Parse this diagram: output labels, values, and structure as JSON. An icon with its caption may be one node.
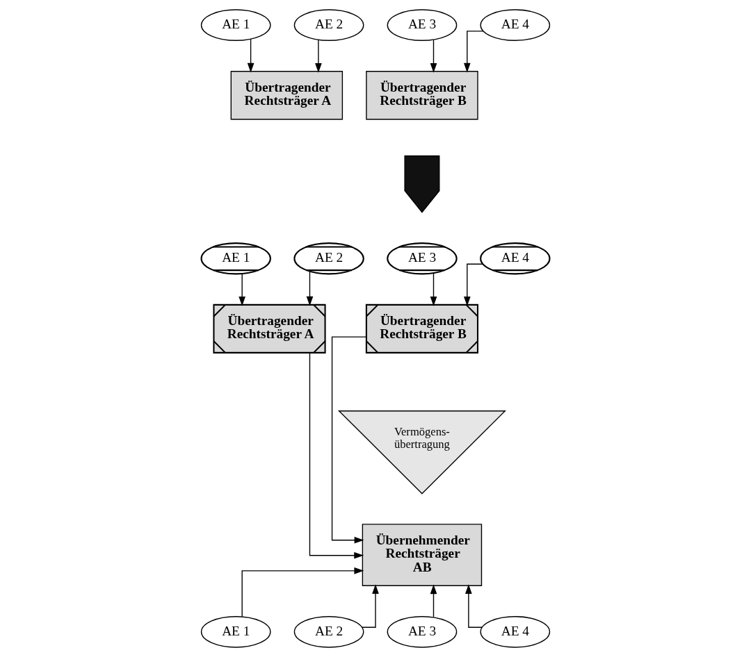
{
  "diagram": {
    "nodes": [
      {
        "text": [
          "AE 1"
        ]
      },
      {
        "text": [
          "AE 2"
        ]
      },
      {
        "text": [
          "Übertragender Rechtsträger A"
        ]
      },
      {
        "text": [
          "AE 3"
        ]
      },
      {
        "text": [
          "AE 4"
        ]
      },
      {
        "text": [
          "Übertragender Rechtsträger B"
        ]
      },
      {
        "text": [],
        "shape": "arrow"
      },
      {
        "text": [
          "AE 1"
        ]
      },
      {
        "text": [
          "AE 2"
        ]
      },
      {
        "text": [
          "Übertragender Rechtsträger A"
        ]
      },
      {
        "text": [
          "AE 3"
        ]
      },
      {
        "text": [
          "AE 4"
        ]
      },
      {
        "text": [
          "Übertragender Rechtsträger B"
        ]
      },
      {
        "text": [
          "Vermögens- übertragung"
        ]
      },
      {
        "text": [
          "Übernehmender Rechtsträger AB"
        ]
      },
      {
        "text": [
          "AE 1"
        ]
      },
      {
        "text": [
          "AE 2"
        ]
      },
      {
        "text": [
          "AE 3"
        ]
      },
      {
        "text": [
          "AE 4"
        ]
      }
    ],
    "edges": [
      {
        "from": 0,
        "to": 2,
        "arrow": "to"
      },
      {
        "from": 1,
        "to": 2,
        "arrow": "to"
      },
      {
        "from": 3,
        "to": 5,
        "arrow": "to"
      },
      {
        "from": 4,
        "to": 5,
        "arrow": "to"
      },
      {
        "from": 7,
        "to": 9,
        "arrow": "to"
      },
      {
        "from": 8,
        "to": 9,
        "arrow": "to"
      },
      {
        "from": 10,
        "to": 12,
        "arrow": "to"
      },
      {
        "from": 11,
        "to": 12,
        "arrow": "to"
      },
      {
        "from": 9,
        "to": 14,
        "arrow": "to"
      },
      {
        "from": 12,
        "to": 14,
        "arrow": "to"
      },
      {
        "from": 15,
        "to": 14,
        "arrow": "to"
      },
      {
        "from": 16,
        "to": 14,
        "arrow": "to"
      },
      {
        "from": 17,
        "to": 14,
        "arrow": "to"
      },
      {
        "from": 18,
        "to": 14,
        "arrow": "to"
      }
    ]
  }
}
